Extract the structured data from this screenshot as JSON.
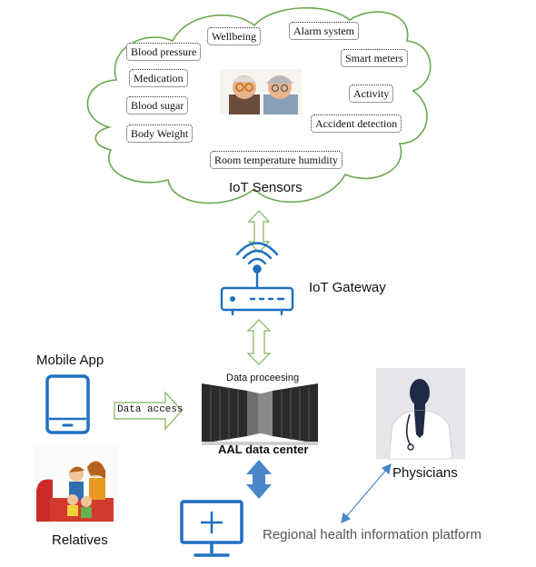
{
  "cloud": {
    "title": "IoT Sensors",
    "sensors": [
      "Wellbeing",
      "Alarm system",
      "Blood pressure",
      "Smart meters",
      "Medication",
      "Activity",
      "Blood sugar",
      "Accident detection",
      "Body Weight",
      "Room temperature humidity"
    ]
  },
  "gateway": {
    "label": "IoT Gateway"
  },
  "datacenter": {
    "caption": "Data proceesing",
    "label": "AAL data center"
  },
  "mobile": {
    "label": "Mobile App",
    "access": "Data access"
  },
  "relatives": {
    "label": "Relatives"
  },
  "physicians": {
    "label": "Physicians"
  },
  "platform": {
    "label": "Regional health information platform"
  },
  "colors": {
    "cloud_stroke": "#6aa84f",
    "arrow_green": "#7fb35a",
    "icon_blue": "#1f6fc0",
    "arrow_blue": "#4a86c8"
  }
}
